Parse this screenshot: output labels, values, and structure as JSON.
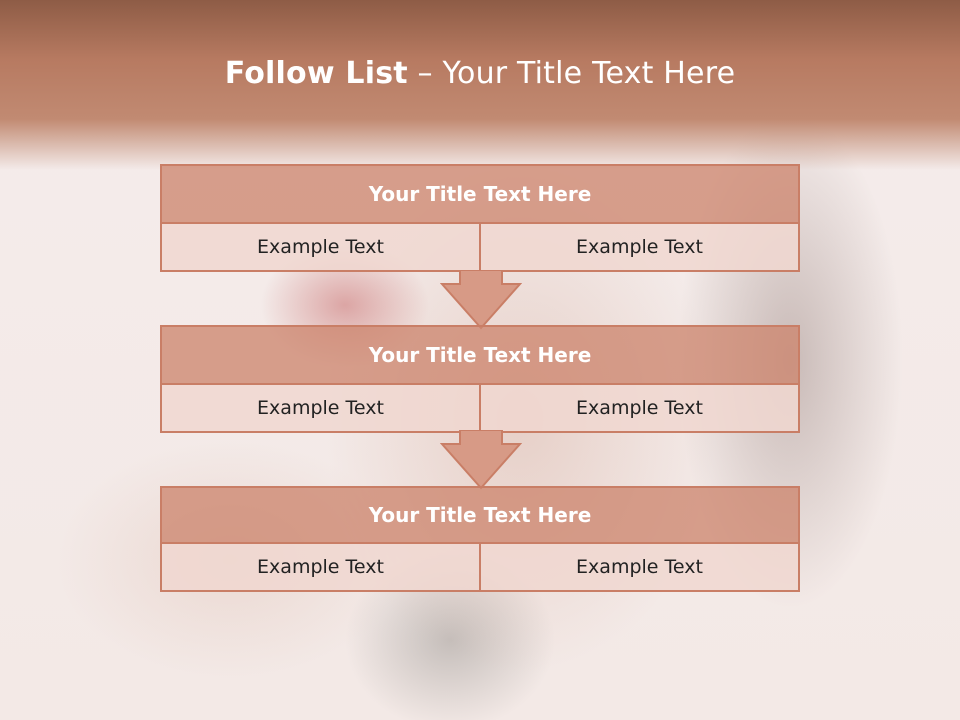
{
  "header": {
    "title_strong": "Follow List",
    "title_rest": "  – Your Title Text Here"
  },
  "blocks": [
    {
      "title": "Your Title Text Here",
      "left": "Example Text",
      "right": "Example Text"
    },
    {
      "title": "Your Title Text Here",
      "left": "Example Text",
      "right": "Example Text"
    },
    {
      "title": "Your Title Text Here",
      "left": "Example Text",
      "right": "Example Text"
    }
  ],
  "colors": {
    "accent": "#c97e66",
    "header_top": "#8e5c46",
    "header_bottom": "#c18a72",
    "arrow_fill": "#d79a86"
  },
  "icons": [
    "down-arrow-icon",
    "down-arrow-icon"
  ]
}
